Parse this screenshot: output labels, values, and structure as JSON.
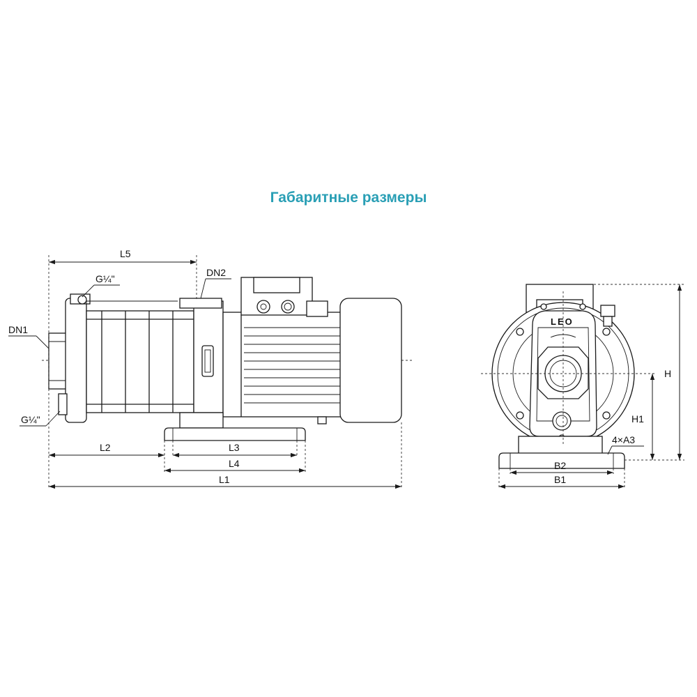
{
  "title": "Габаритные размеры",
  "side_view": {
    "labels": {
      "l5": "L5",
      "dn2": "DN2",
      "g_top": "G¼\"",
      "dn1": "DN1",
      "g_bottom": "G¼\"",
      "l2": "L2",
      "l3": "L3",
      "l4": "L4",
      "l1": "L1"
    }
  },
  "front_view": {
    "logo": "LEO",
    "labels": {
      "h": "H",
      "h1": "H1",
      "a3": "4×A3",
      "b2": "B2",
      "b1": "B1"
    }
  }
}
